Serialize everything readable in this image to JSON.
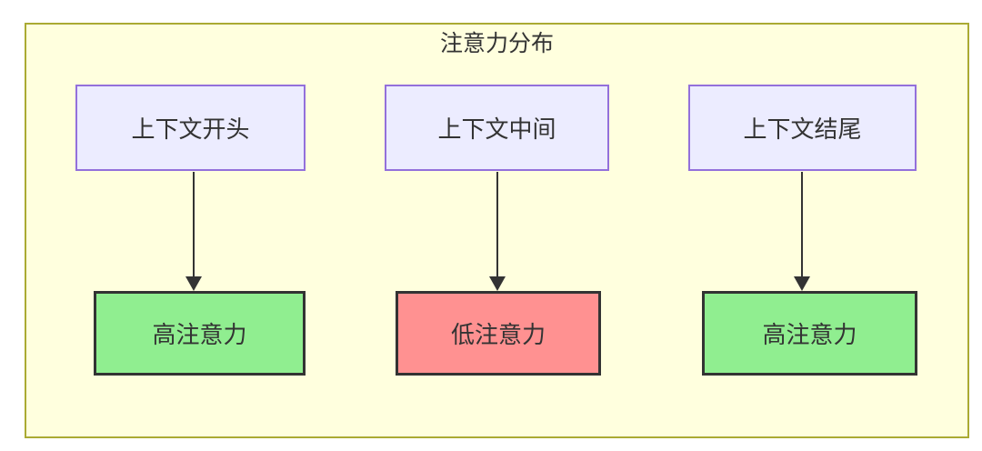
{
  "diagram": {
    "type": "flowchart-top-down",
    "title": "注意力分布",
    "columns": [
      {
        "source": {
          "label": "上下文开头"
        },
        "target": {
          "label": "高注意力",
          "level": "high"
        }
      },
      {
        "source": {
          "label": "上下文中间"
        },
        "target": {
          "label": "低注意力",
          "level": "low"
        }
      },
      {
        "source": {
          "label": "上下文结尾"
        },
        "target": {
          "label": "高注意力",
          "level": "high"
        }
      }
    ],
    "colors": {
      "cluster_fill": "#ffffde",
      "cluster_border": "#aaaa33",
      "source_fill": "#ECECFF",
      "source_border": "#9370DB",
      "high_fill": "#90EE90",
      "low_fill": "#FF9191",
      "result_border": "#333333",
      "arrow": "#333333",
      "text": "#333333"
    }
  }
}
